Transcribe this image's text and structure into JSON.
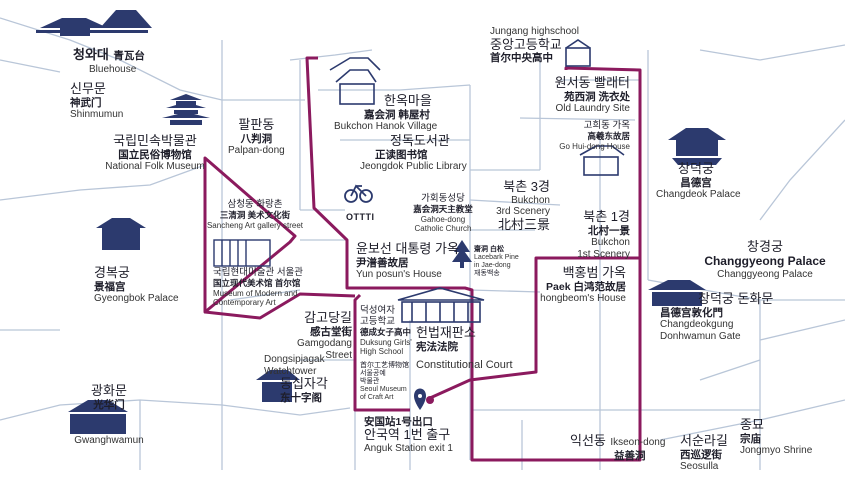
{
  "colors": {
    "route": "#8b1a5e",
    "road": "#b9c6d8",
    "icon_navy": "#2c3a6e",
    "pin": "#2c3a6e",
    "text": "#1e1e2a"
  },
  "labels": {
    "cheongwadae": {
      "ko": "청와대",
      "zh": "青瓦台",
      "en": "Bluehouse"
    },
    "sinmumun": {
      "ko": "신무문",
      "zh": "神武门",
      "en": "Shinmumun"
    },
    "folk_museum": {
      "ko": "국립민속박물관",
      "zh": "国立民俗博物馆",
      "en": "National Folk Museum"
    },
    "palpandong": {
      "ko": "팔판동",
      "zh": "八判洞",
      "en": "Palpan-dong"
    },
    "hanok_village": {
      "ko": "한옥마을",
      "zh": "嘉会洞 韩屋村",
      "en": "Bukchon Hanok Village"
    },
    "library": {
      "ko": "정독도서관",
      "zh": "正读图书馆",
      "en": "Jeongdok Public Library"
    },
    "jungang_high": {
      "en": "Jungang highschool",
      "ko": "중앙고등학교",
      "zh": "首尔中央高中"
    },
    "laundry": {
      "ko": "원서동 빨래터",
      "zh": "苑西洞 洗衣处",
      "en": "Old Laundry Site"
    },
    "gohuidong": {
      "ko": "고희동 가옥",
      "zh": "高羲东故居",
      "en": "Go Hui-dong House"
    },
    "changdeokgung": {
      "ko": "창덕궁",
      "zh": "昌德宫",
      "en": "Changdeok Palace"
    },
    "samcheongdong": {
      "ko": "삼청동 화랑촌",
      "zh": "三清洞 美术文化街",
      "en": "Sancheng Art gallery street"
    },
    "church": {
      "ko": "가회동성당",
      "zh": "嘉会洞天主教堂",
      "en1": "Gahoe-dong",
      "en2": "Catholic Church"
    },
    "bukchon3": {
      "ko": "북촌 3경",
      "en1": "Bukchon",
      "en2": "3rd Scenery",
      "zh": "北村三景"
    },
    "bukchon1": {
      "ko": "북촌 1경",
      "zh": "北村一景",
      "en1": "Bukchon",
      "en2": "1st Scenery"
    },
    "mmca": {
      "ko": "국립현대미술관 서울관",
      "zh": "国立现代美术馆 首尔馆",
      "en1": "Museum of Modern and",
      "en2": "Contemporary Art"
    },
    "gyeongbokgung": {
      "ko": "경복궁",
      "zh": "景福宫",
      "en": "Gyeongbok Palace"
    },
    "yunposun": {
      "ko": "윤보선 대통령 가옥",
      "zh": "尹潽善故居",
      "en": "Yun posun's House"
    },
    "lacebark": {
      "zh": "齋洞 白松",
      "en1": "Lacebark Pine",
      "en2": "in Jae-dong",
      "ko": "재동백송"
    },
    "baekhongbeom": {
      "ko": "백홍범 가옥",
      "zh": "Paek 白鸿范故居",
      "en": "hongbeom's House"
    },
    "changgyeonggung": {
      "ko": "창경궁",
      "zh": "Changgyeong Palace",
      "en": "Changgyeong Palace"
    },
    "donhwamun": {
      "ko": "창덕궁 돈화문",
      "zh": "昌德宫敦化門",
      "en1": "Changdeokgung",
      "en2": "Donhwamun Gate"
    },
    "gamgodang": {
      "ko": "감고당길",
      "zh": "感古堂街",
      "en1": "Gamgodang",
      "en2": "Street"
    },
    "duksung": {
      "ko1": "덕성여자",
      "ko2": "고등학교",
      "zh": "德成女子高中",
      "en1": "Duksung Girls'",
      "en2": "High School"
    },
    "court": {
      "ko": "헌법재판소",
      "zh": "宪法法院",
      "en": "Constitutional Court"
    },
    "craft_museum": {
      "zh": "首尔工艺博物馆",
      "ko1": "서울공예",
      "ko2": "박물관",
      "en1": "Seoul Museum",
      "en2": "of Craft Art"
    },
    "dongsipjagak": {
      "en1": "Dongsipjagak",
      "en2": "Watchtower",
      "ko": "동십자각",
      "zh": "东十字阁"
    },
    "gwanghwamun": {
      "ko": "광화문",
      "zh": "光华门",
      "en": "Gwanghwamun"
    },
    "anguk": {
      "zh": "安国站1号出口",
      "ko": "안국역 1번 출구",
      "en": "Anguk Station exit 1"
    },
    "iksondong": {
      "ko": "익선동",
      "en": "Ikseon-dong",
      "zh": "益善洞"
    },
    "seosulla": {
      "ko": "서순라길",
      "zh": "西巡逻街",
      "en": "Seosulla"
    },
    "jongmyo": {
      "ko": "종묘",
      "zh": "宗庙",
      "en": "Jongmyo Shrine"
    },
    "ottt": {
      "text": "OTTTI"
    }
  },
  "icons": [
    "palace-icon",
    "pagoda-icon",
    "hanok-icon",
    "school-icon",
    "bicycle-icon",
    "pine-tree-icon",
    "court-icon",
    "location-pin-icon",
    "gate-icon"
  ]
}
